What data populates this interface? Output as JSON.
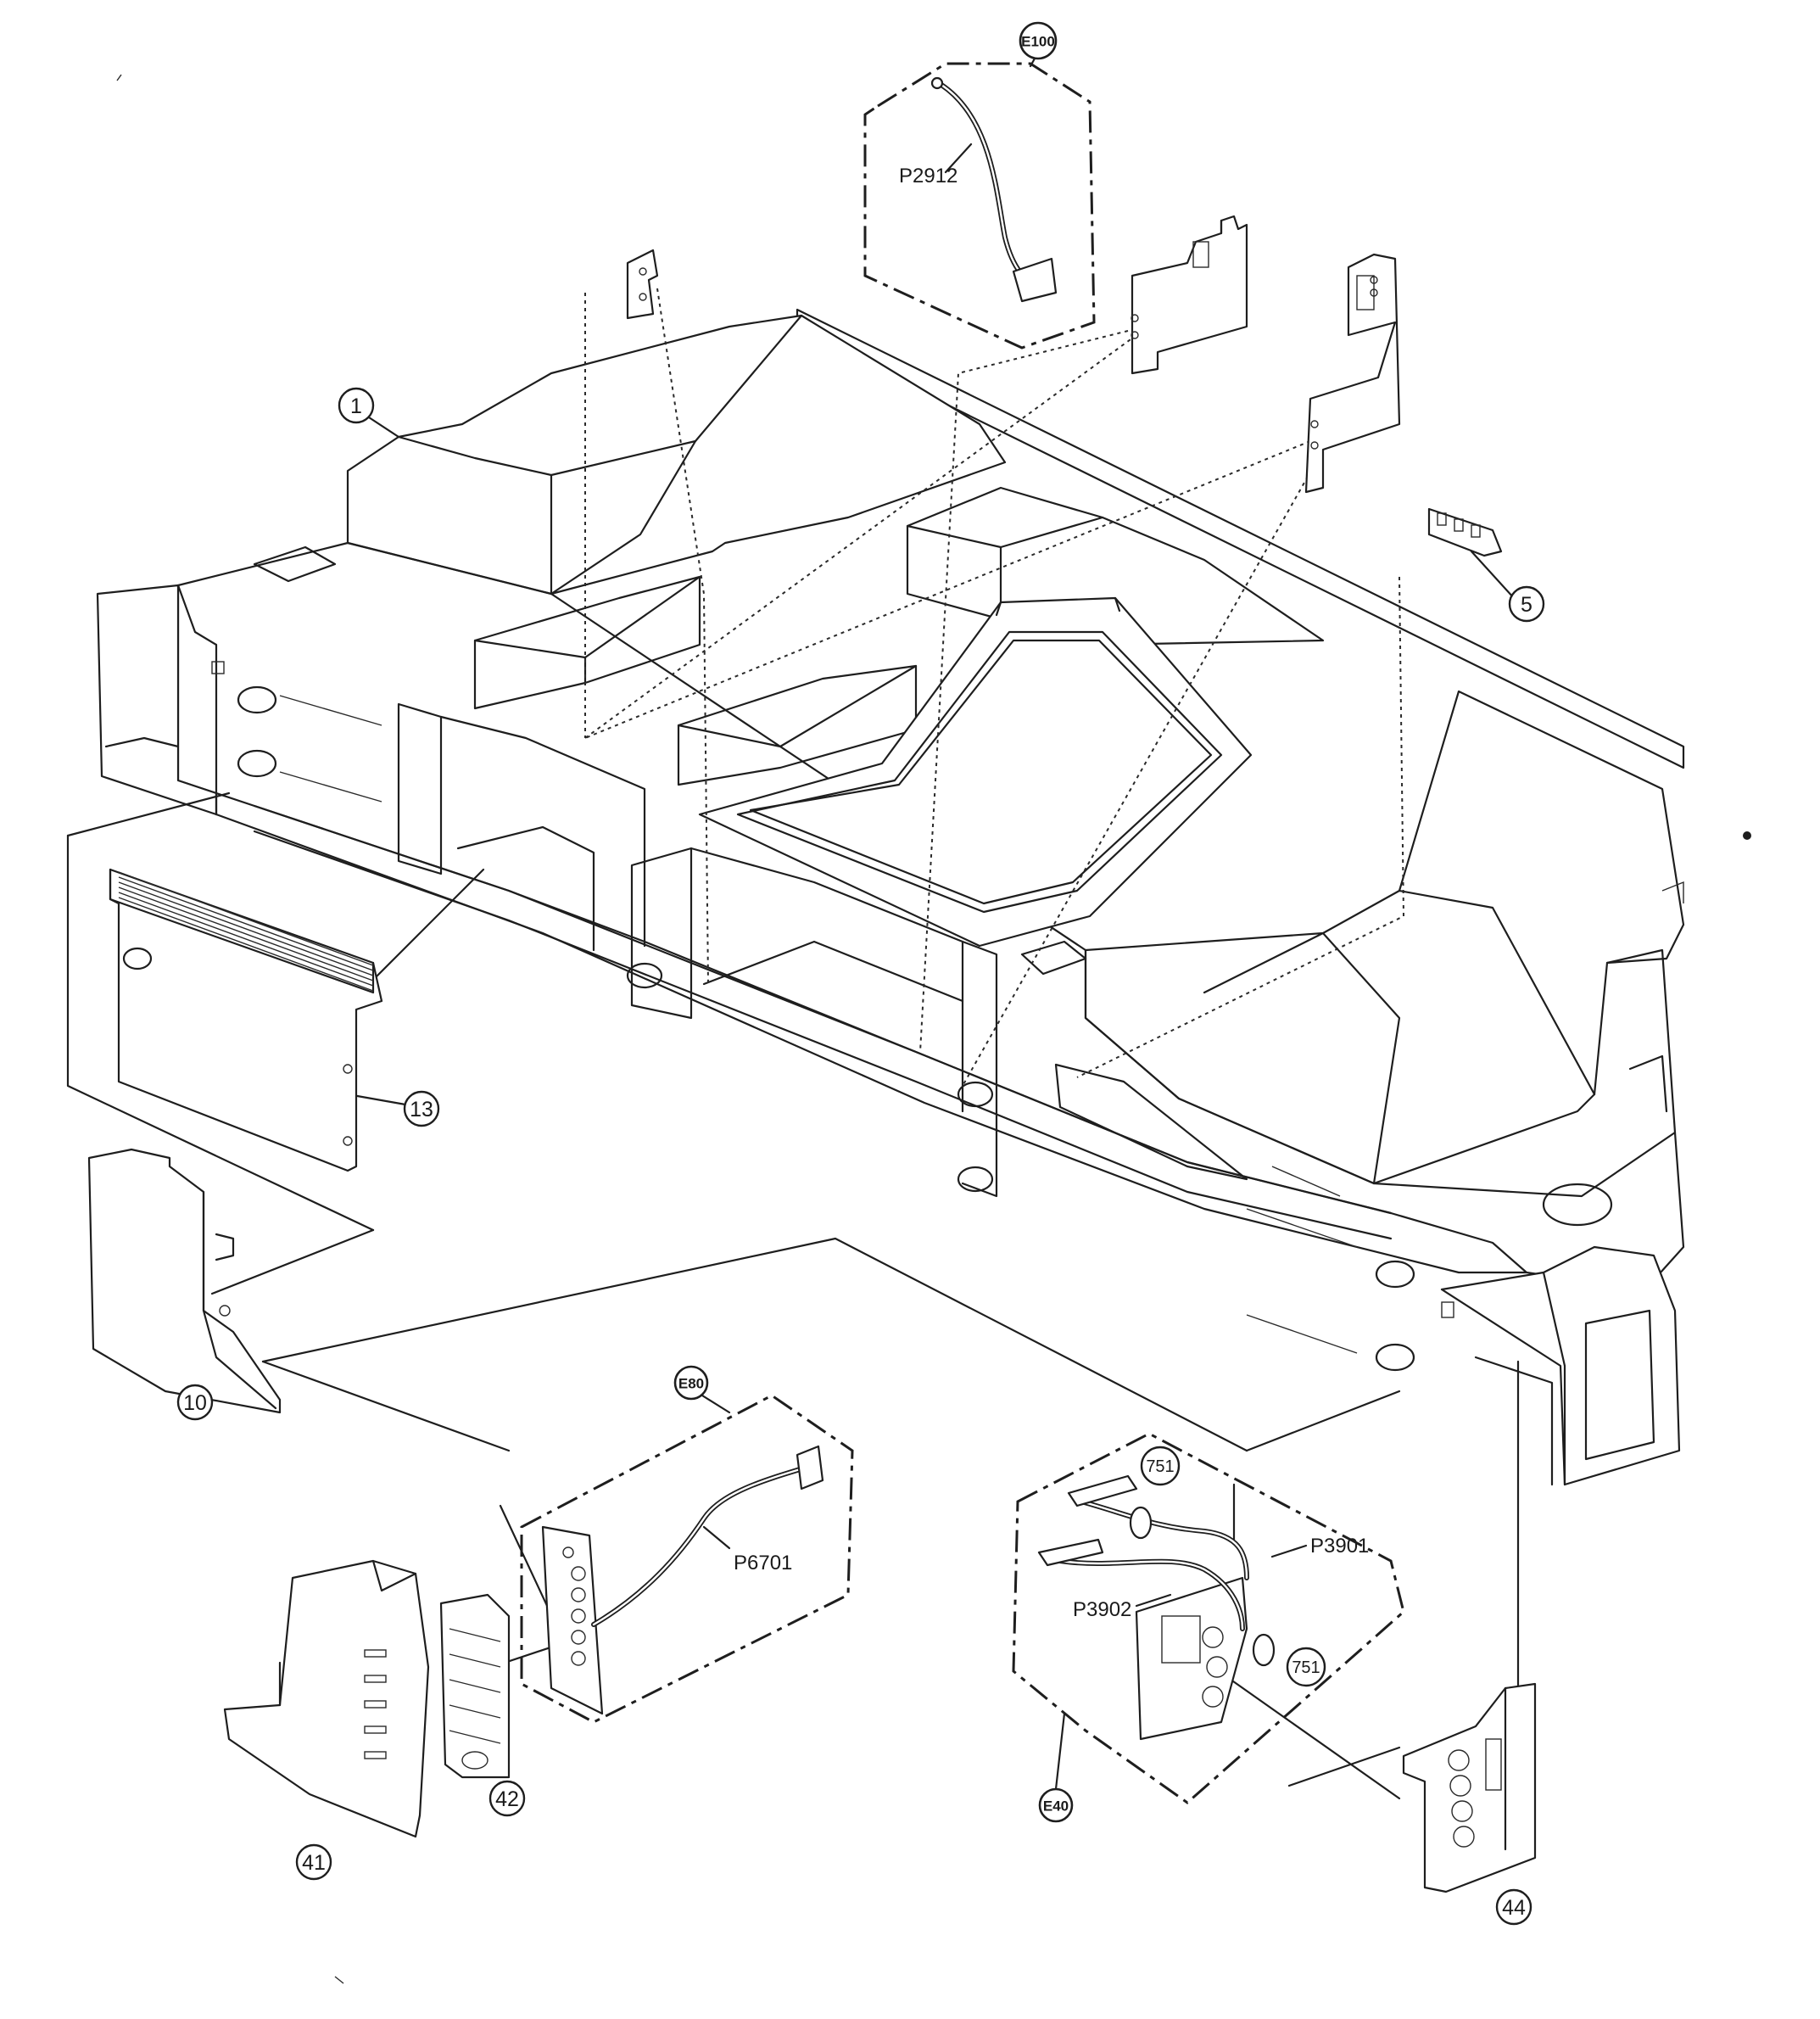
{
  "callouts": [
    {
      "id": "part-1",
      "label": "1"
    },
    {
      "id": "part-5",
      "label": "5"
    },
    {
      "id": "part-10",
      "label": "10"
    },
    {
      "id": "part-13",
      "label": "13"
    },
    {
      "id": "part-41",
      "label": "41"
    },
    {
      "id": "part-42",
      "label": "42"
    },
    {
      "id": "part-44",
      "label": "44"
    },
    {
      "id": "part-751-upper",
      "label": "751"
    },
    {
      "id": "part-751-lower",
      "label": "751"
    }
  ],
  "assemblies": [
    {
      "id": "assembly-e100",
      "label": "E100"
    },
    {
      "id": "assembly-e80",
      "label": "E80"
    },
    {
      "id": "assembly-e40",
      "label": "E40"
    }
  ],
  "wires": [
    {
      "id": "wire-p2912",
      "label": "P2912"
    },
    {
      "id": "wire-p6701",
      "label": "P6701"
    },
    {
      "id": "wire-p3901",
      "label": "P3901"
    },
    {
      "id": "wire-p3902",
      "label": "P3902"
    }
  ]
}
